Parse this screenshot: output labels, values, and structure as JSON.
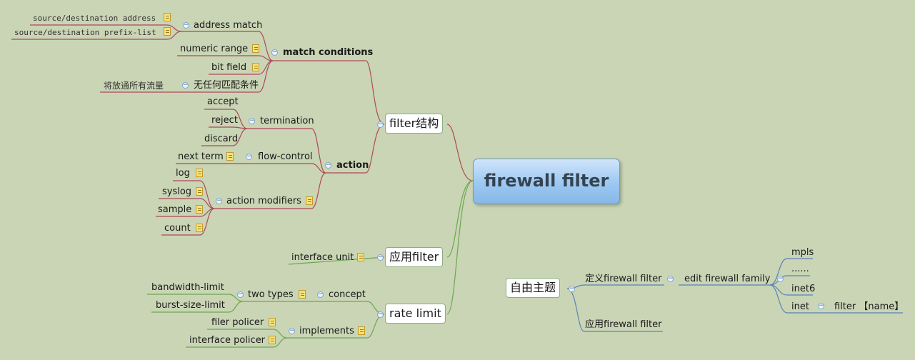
{
  "central": "firewall filter",
  "filter_structure": {
    "label": "filter结构",
    "match_conditions": {
      "label": "match conditions",
      "address_match": {
        "label": "address match",
        "items": [
          "source/destination address",
          "source/destination prefix-list"
        ]
      },
      "numeric_range": "numeric range",
      "bit_field": "bit field",
      "no_match": {
        "label": "无任何匹配条件",
        "note": "将放通所有流量"
      }
    },
    "action": {
      "label": "action",
      "termination": {
        "label": "termination",
        "items": [
          "accept",
          "reject",
          "discard"
        ]
      },
      "flow_control": {
        "label": "flow-control",
        "item": "next term"
      },
      "action_modifiers": {
        "label": "action modifiers",
        "items": [
          "log",
          "syslog",
          "sample",
          "count"
        ]
      }
    }
  },
  "apply_filter": {
    "label": "应用filter",
    "item": "interface unit"
  },
  "rate_limit": {
    "label": "rate limit",
    "concept": {
      "label": "concept",
      "two_types": {
        "label": "two types",
        "items": [
          "bandwidth-limit",
          "burst-size-limit"
        ]
      }
    },
    "implements": {
      "label": "implements",
      "items": [
        "filer policer",
        "interface policer"
      ]
    }
  },
  "free_topic": {
    "label": "自由主题",
    "define": {
      "label": "定义firewall filter",
      "edit": {
        "label": "edit firewall family",
        "items": [
          "mpls",
          "......",
          "inet6",
          "inet"
        ],
        "inet_child": "filter 【name】"
      }
    },
    "apply": "应用firewall filter"
  },
  "colors": {
    "background": "#c9d5b5",
    "line_red": "#b0485a",
    "line_green": "#6aa84f",
    "line_blue": "#5a82b6",
    "central_fill": "#9cc8f2"
  }
}
